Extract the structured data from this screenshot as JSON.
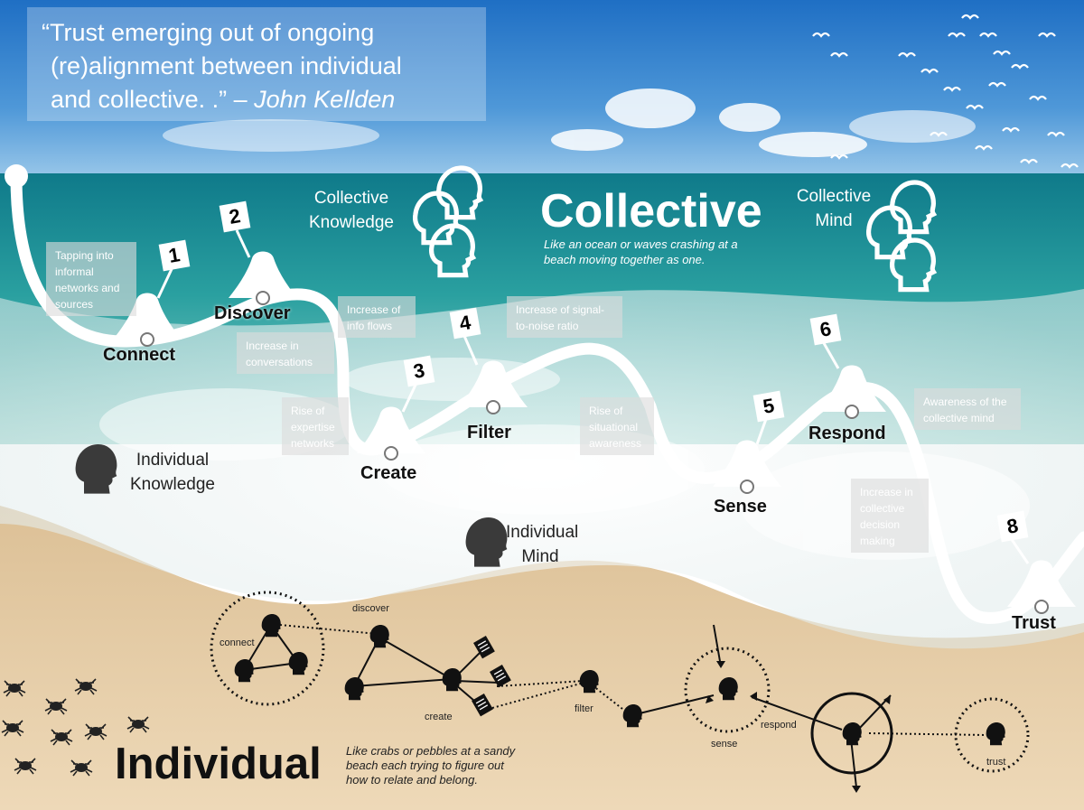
{
  "quote": {
    "line1": "“Trust emerging out of ongoing",
    "line2": "(re)alignment between individual",
    "line3": "and collective. .” – ",
    "author": "John Kellden"
  },
  "collective": {
    "title": "Collective",
    "subtitle_line1": "Like an ocean or waves crashing at a",
    "subtitle_line2": "beach moving together as one.",
    "knowledge_line1": "Collective",
    "knowledge_line2": "Knowledge",
    "mind_line1": "Collective",
    "mind_line2": "Mind"
  },
  "individual": {
    "title": "Individual",
    "subtitle_line1": "Like crabs or pebbles at a sandy",
    "subtitle_line2": "beach each trying to figure out",
    "subtitle_line3": "how to relate and belong.",
    "knowledge_line1": "Individual",
    "knowledge_line2": "Knowledge",
    "mind_line1": "Individual",
    "mind_line2": "Mind"
  },
  "stages": [
    {
      "number": "1",
      "label": "Connect"
    },
    {
      "number": "2",
      "label": "Discover"
    },
    {
      "number": "3",
      "label": "Create"
    },
    {
      "number": "4",
      "label": "Filter"
    },
    {
      "number": "5",
      "label": "Sense"
    },
    {
      "number": "6",
      "label": "Respond"
    },
    {
      "number": "8",
      "label": "Trust"
    }
  ],
  "notes": [
    [
      "Tapping into",
      "informal",
      "networks and",
      "sources"
    ],
    [
      "Increase in",
      "conversations"
    ],
    [
      "Increase of",
      "info flows"
    ],
    [
      "Rise of",
      "expertise",
      "networks"
    ],
    [
      "Increase of signal-",
      "to-noise ratio"
    ],
    [
      "Rise of",
      "situational",
      "awareness"
    ],
    [
      "Awareness of the",
      "collective mind"
    ],
    [
      "Increase in",
      "collective",
      "decision",
      "making"
    ]
  ],
  "network_labels": {
    "connect": "connect",
    "discover": "discover",
    "create": "create",
    "filter": "filter",
    "sense": "sense",
    "respond": "respond",
    "trust": "trust"
  },
  "colors": {
    "sky_top": "#1f6fc4",
    "sky_horizon": "#8fc3ea",
    "sea_deep": "#1f8f98",
    "sea_shallow": "#7fc9c4",
    "foam": "#eef3f3",
    "sand": "#e6cfa6",
    "path": "#ffffff",
    "ink": "#111111"
  },
  "icons": [
    "person-head-icon",
    "crab-icon",
    "document-icon",
    "bird-icon",
    "arrow-icon"
  ]
}
